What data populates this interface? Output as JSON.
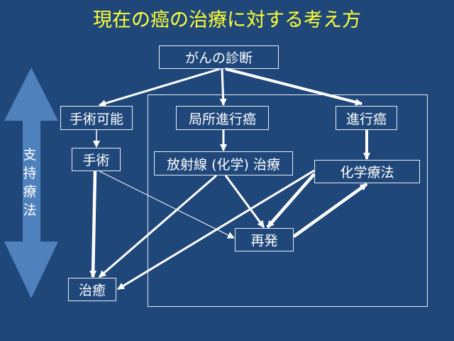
{
  "title": "現在の癌の治療に対する考え方",
  "support_label": [
    "支",
    "持",
    "療",
    "法"
  ],
  "nodes": {
    "diagnosis": "がんの診断",
    "operable": "手術可能",
    "locally_advanced": "局所進行癌",
    "advanced": "進行癌",
    "surgery": "手術",
    "radiation": "放射線 (化学) 治療",
    "chemo": "化学療法",
    "recurrence": "再発",
    "cure": "治癒"
  },
  "colors": {
    "background": "#1f477a",
    "title": "#ffff33",
    "support_arrow": "#4f81bd"
  }
}
